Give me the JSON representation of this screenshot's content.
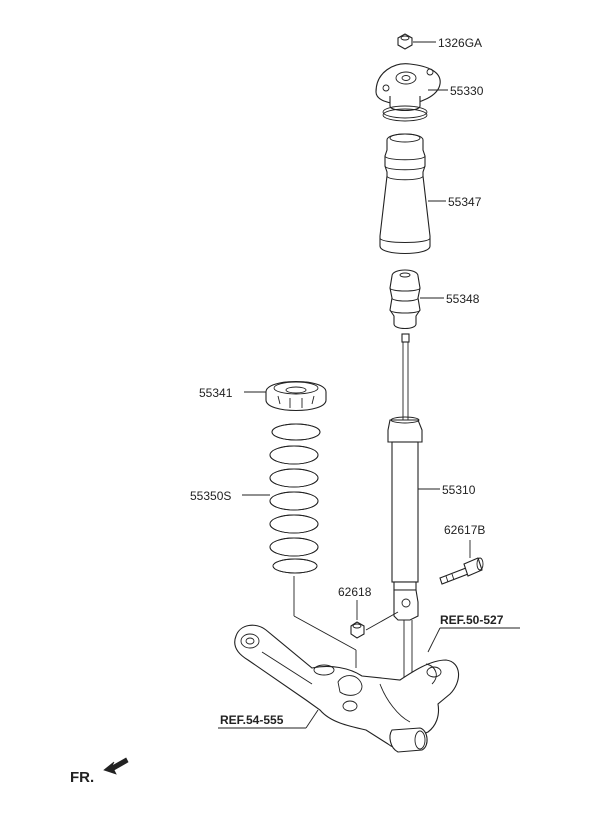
{
  "parts": {
    "nut_top": "1326GA",
    "mount": "55330",
    "dust_cover": "55347",
    "bump_stopper": "55348",
    "spring_pad": "55341",
    "coil_spring": "55350S",
    "shock_absorber": "55310",
    "bolt": "62617B",
    "nut_lower": "62618"
  },
  "references": {
    "ref_right": "REF.50-527",
    "ref_left": "REF.54-555"
  },
  "orientation": {
    "label": "FR."
  }
}
